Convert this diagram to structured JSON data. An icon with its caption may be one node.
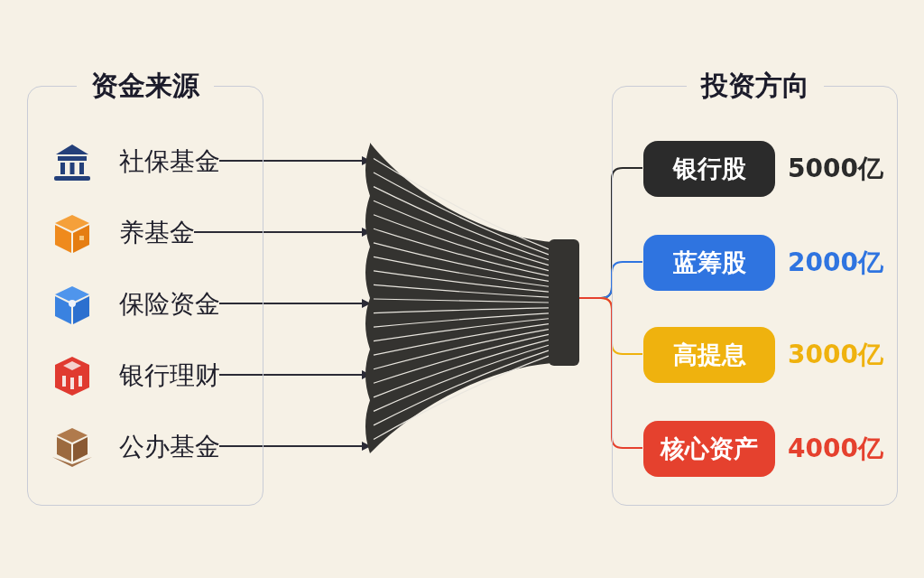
{
  "diagram": {
    "nodes": [
      {
        "text": [
          "资金来源"
        ]
      },
      {
        "text": [
          "社保基金"
        ],
        "in": 0
      },
      {
        "text": [
          "养基金"
        ],
        "in": 0
      },
      {
        "text": [
          "保险资金"
        ],
        "in": 0
      },
      {
        "text": [
          "银行理财"
        ],
        "in": 0
      },
      {
        "text": [
          "公办基金"
        ],
        "in": 0
      },
      {
        "text": [],
        "shape": "picture"
      },
      {
        "text": [
          "投资方向"
        ]
      },
      {
        "text": [
          "银行股"
        ],
        "in": 7,
        "beside": [
          "5000亿"
        ]
      },
      {
        "text": [
          "蓝筹股"
        ],
        "in": 7,
        "beside": [
          "2000亿"
        ]
      },
      {
        "text": [
          "高提息"
        ],
        "in": 7,
        "beside": [
          "3000亿"
        ]
      },
      {
        "text": [
          "核心资产"
        ],
        "in": 7,
        "beside": [
          "4000亿"
        ]
      }
    ],
    "edges": [
      {
        "from": 1,
        "to": 6,
        "arrow": "to"
      },
      {
        "from": 2,
        "to": 6,
        "arrow": "to"
      },
      {
        "from": 3,
        "to": 6,
        "arrow": "to"
      },
      {
        "from": 4,
        "to": 6,
        "arrow": "to"
      },
      {
        "from": 5,
        "to": 6,
        "arrow": "to"
      },
      {
        "from": 6,
        "to": 8,
        "arrow": "none",
        "color": "#2b2b2b"
      },
      {
        "from": 6,
        "to": 9,
        "arrow": "none",
        "color": "#2f74e0"
      },
      {
        "from": 6,
        "to": 10,
        "arrow": "none",
        "color": "#efb20e"
      },
      {
        "from": 6,
        "to": 11,
        "arrow": "none",
        "color": "#e5412e"
      }
    ]
  }
}
